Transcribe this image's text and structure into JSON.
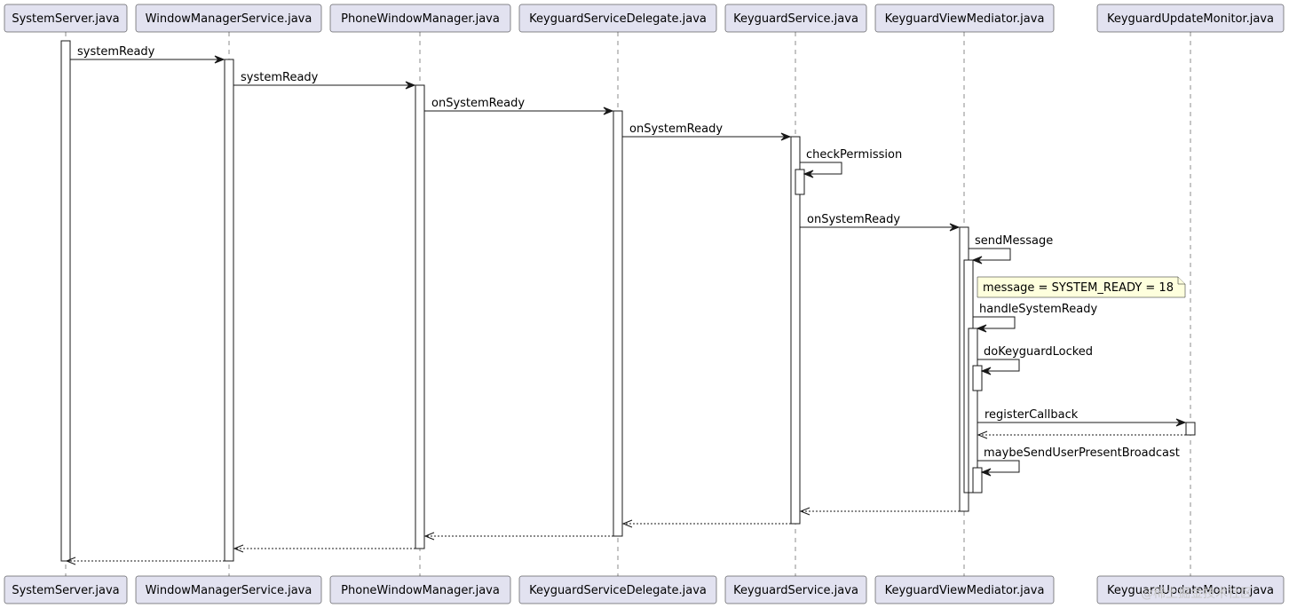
{
  "participants": [
    {
      "id": "systemserver",
      "name": "SystemServer.java"
    },
    {
      "id": "wms",
      "name": "WindowManagerService.java"
    },
    {
      "id": "pwm",
      "name": "PhoneWindowManager.java"
    },
    {
      "id": "ksd",
      "name": "KeyguardServiceDelegate.java"
    },
    {
      "id": "ks",
      "name": "KeyguardService.java"
    },
    {
      "id": "kvm",
      "name": "KeyguardViewMediator.java"
    },
    {
      "id": "kum",
      "name": "KeyguardUpdateMonitor.java"
    }
  ],
  "messages": [
    {
      "from": "systemserver",
      "to": "wms",
      "label": "systemReady"
    },
    {
      "from": "wms",
      "to": "pwm",
      "label": "systemReady"
    },
    {
      "from": "pwm",
      "to": "ksd",
      "label": "onSystemReady"
    },
    {
      "from": "ksd",
      "to": "ks",
      "label": "onSystemReady"
    },
    {
      "from": "ks",
      "to": "ks",
      "label": "checkPermission"
    },
    {
      "from": "ks",
      "to": "kvm",
      "label": "onSystemReady"
    },
    {
      "from": "kvm",
      "to": "kvm",
      "label": "sendMessage"
    },
    {
      "from": "kvm",
      "to": "kvm",
      "label": "handleSystemReady"
    },
    {
      "from": "kvm",
      "to": "kvm",
      "label": "doKeyguardLocked"
    },
    {
      "from": "kvm",
      "to": "kum",
      "label": "registerCallback"
    },
    {
      "from": "kum",
      "to": "kvm",
      "label": "",
      "return": true
    },
    {
      "from": "kvm",
      "to": "kvm",
      "label": "maybeSendUserPresentBroadcast"
    },
    {
      "from": "kvm",
      "to": "ks",
      "label": "",
      "return": true
    },
    {
      "from": "ks",
      "to": "ksd",
      "label": "",
      "return": true
    },
    {
      "from": "ksd",
      "to": "pwm",
      "label": "",
      "return": true
    },
    {
      "from": "pwm",
      "to": "wms",
      "label": "",
      "return": true
    },
    {
      "from": "wms",
      "to": "systemserver",
      "label": "",
      "return": true
    }
  ],
  "note": {
    "text": "message = SYSTEM_READY = 18",
    "attached_to": "kvm"
  },
  "watermark": "@稀土掘金技术社区",
  "colors": {
    "participant_fill": "#E2E2F0",
    "line": "#181818",
    "note_fill": "#FEFFDD",
    "background": "#FFFFFF"
  }
}
